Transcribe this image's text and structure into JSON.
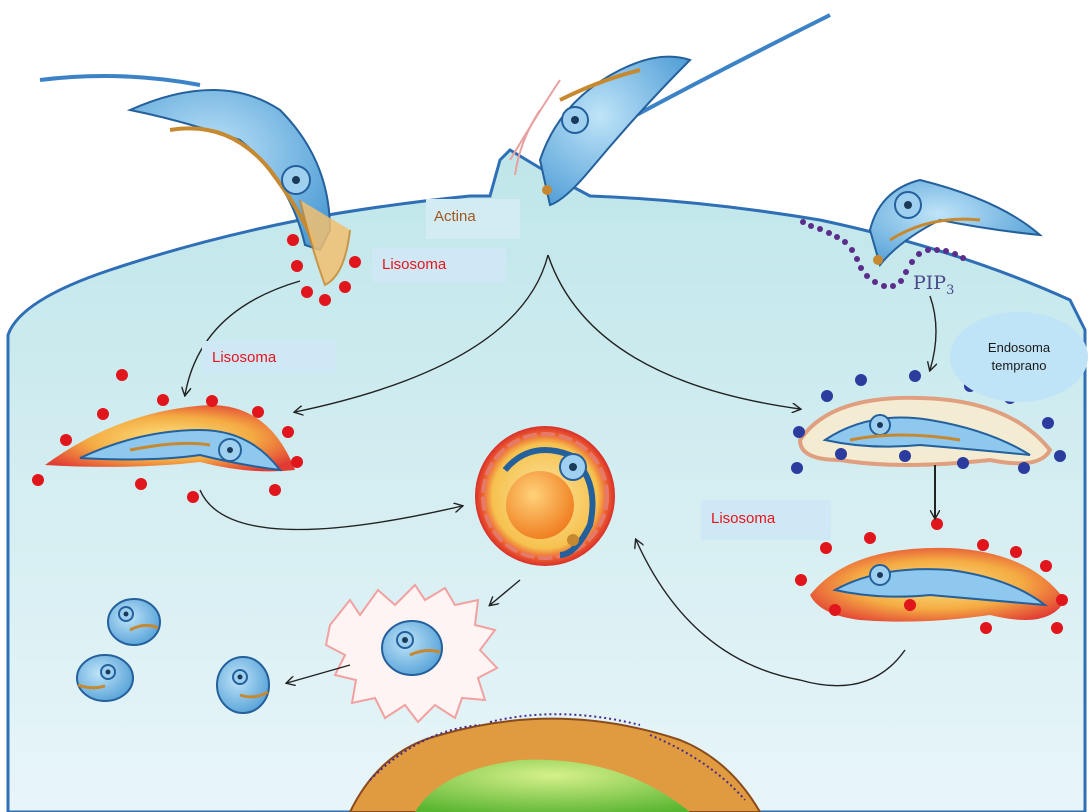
{
  "labels": {
    "actina": "Actina",
    "lisosoma_top": "Lisosoma",
    "lisosoma_left": "Lisosoma",
    "lisosoma_right": "Lisosoma",
    "endosoma": "Endosoma temprano",
    "pip_base": "PIP",
    "pip_sub": "3"
  },
  "colors": {
    "cytoplasm_top": "#bfe6ea",
    "cytoplasm_bottom": "#e6f4f7",
    "membrane": "#2f6fb5",
    "lysosome_dot": "#e0161c",
    "endosome_dot": "#2b3c9e",
    "pip3_dot": "#5b2d8a",
    "parasite": "#7fbde6",
    "kinetoplast": "#c6892f",
    "vacuole_inner": "#f2a23a",
    "nucleus_green": "#7ccd3c"
  }
}
